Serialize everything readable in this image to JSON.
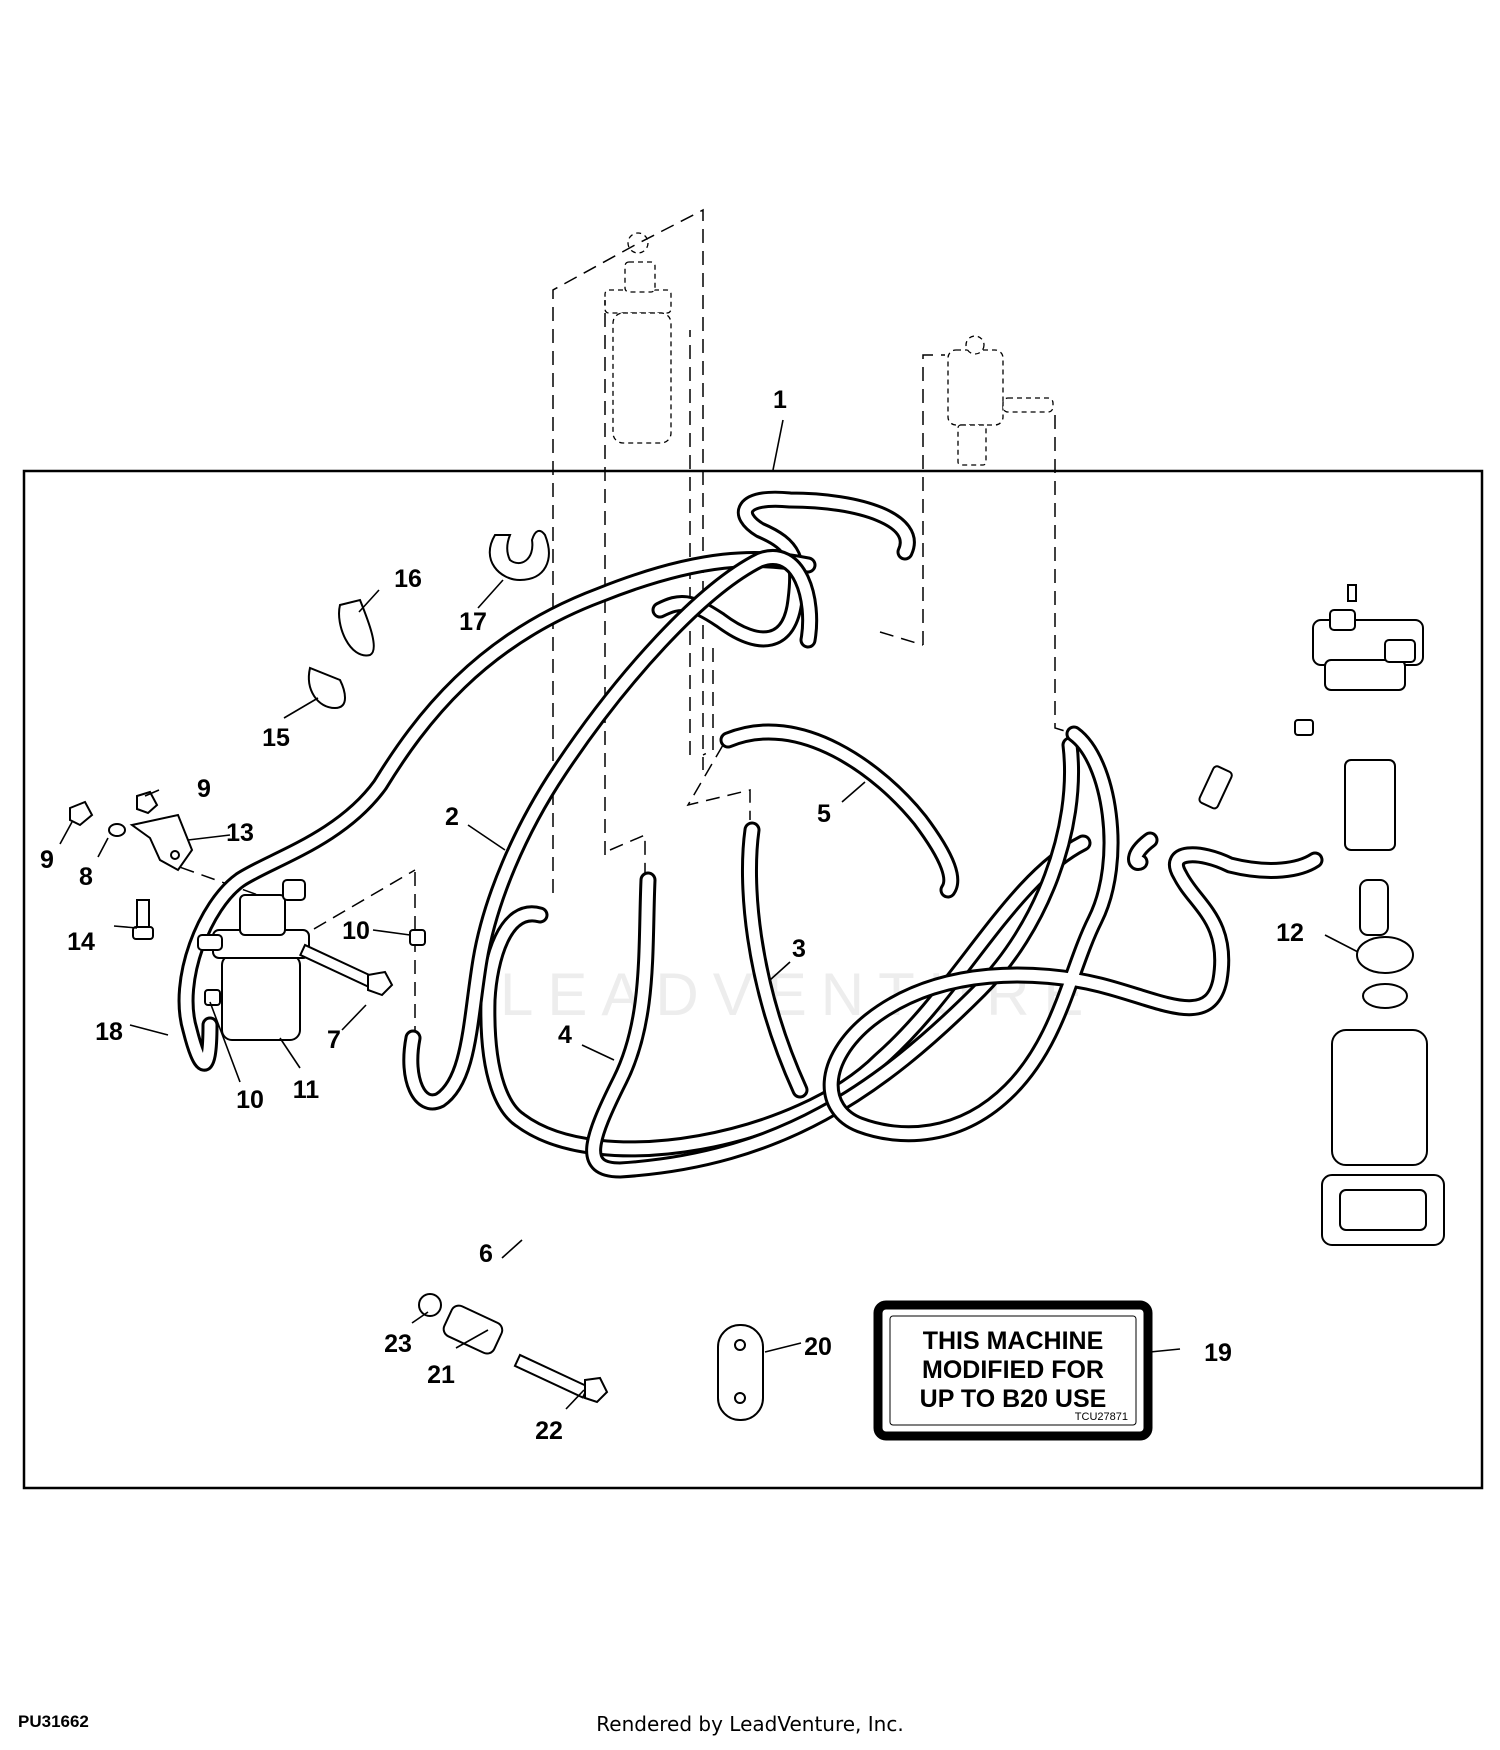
{
  "figure": {
    "id": "PU31662",
    "credit": "Rendered by LeadVenture, Inc.",
    "watermark": "LEADVENTURE"
  },
  "callouts": [
    "1",
    "2",
    "3",
    "4",
    "5",
    "6",
    "7",
    "8",
    "9",
    "10",
    "11",
    "12",
    "13",
    "14",
    "15",
    "16",
    "17",
    "18",
    "19",
    "20",
    "21",
    "22",
    "23"
  ],
  "decal": {
    "lines": [
      "THIS MACHINE",
      "MODIFIED FOR",
      "UP TO B20 USE"
    ],
    "code": "TCU27871"
  }
}
